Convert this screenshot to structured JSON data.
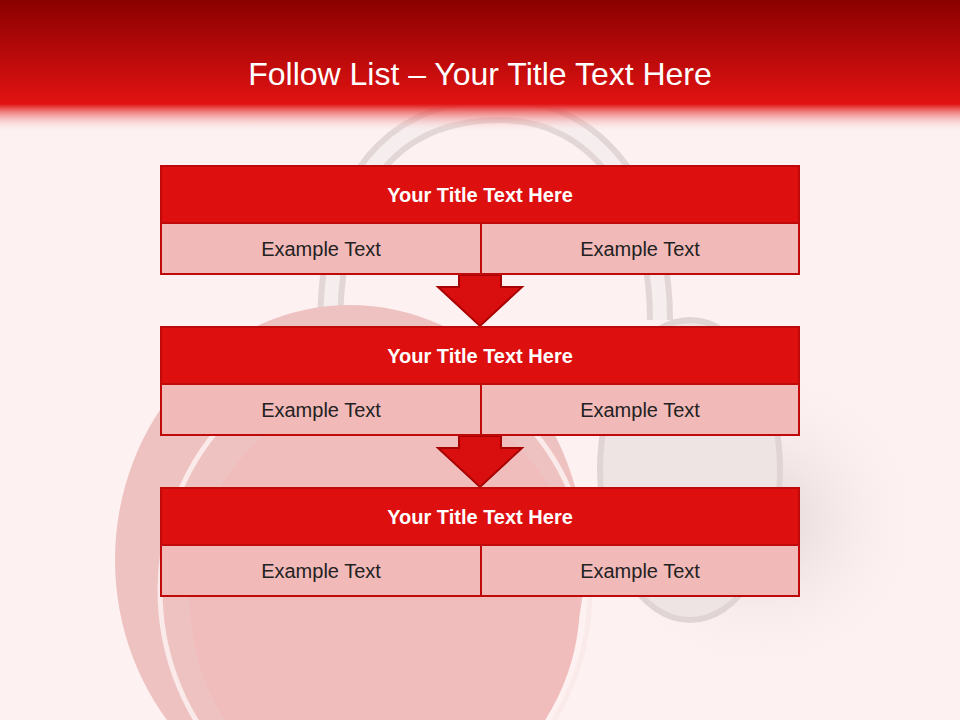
{
  "diagram": {
    "title": "Follow List – Your Title Text Here",
    "nodes": [
      {
        "text": [
          "Your Title Text Here"
        ]
      },
      {
        "text": [
          "Example Text"
        ],
        "in": 0
      },
      {
        "text": [
          "Example Text"
        ],
        "in": 0
      },
      {
        "text": [
          "Your Title Text Here"
        ]
      },
      {
        "text": [
          "Example Text"
        ],
        "in": 3
      },
      {
        "text": [
          "Example Text"
        ],
        "in": 3
      },
      {
        "text": [
          "Your Title Text Here"
        ]
      },
      {
        "text": [
          "Example Text"
        ],
        "in": 6
      },
      {
        "text": [
          "Example Text"
        ],
        "in": 6
      }
    ],
    "edges": [
      {
        "from": 0,
        "to": 3,
        "arrow": "to"
      },
      {
        "from": 3,
        "to": 6,
        "arrow": "to"
      }
    ]
  }
}
